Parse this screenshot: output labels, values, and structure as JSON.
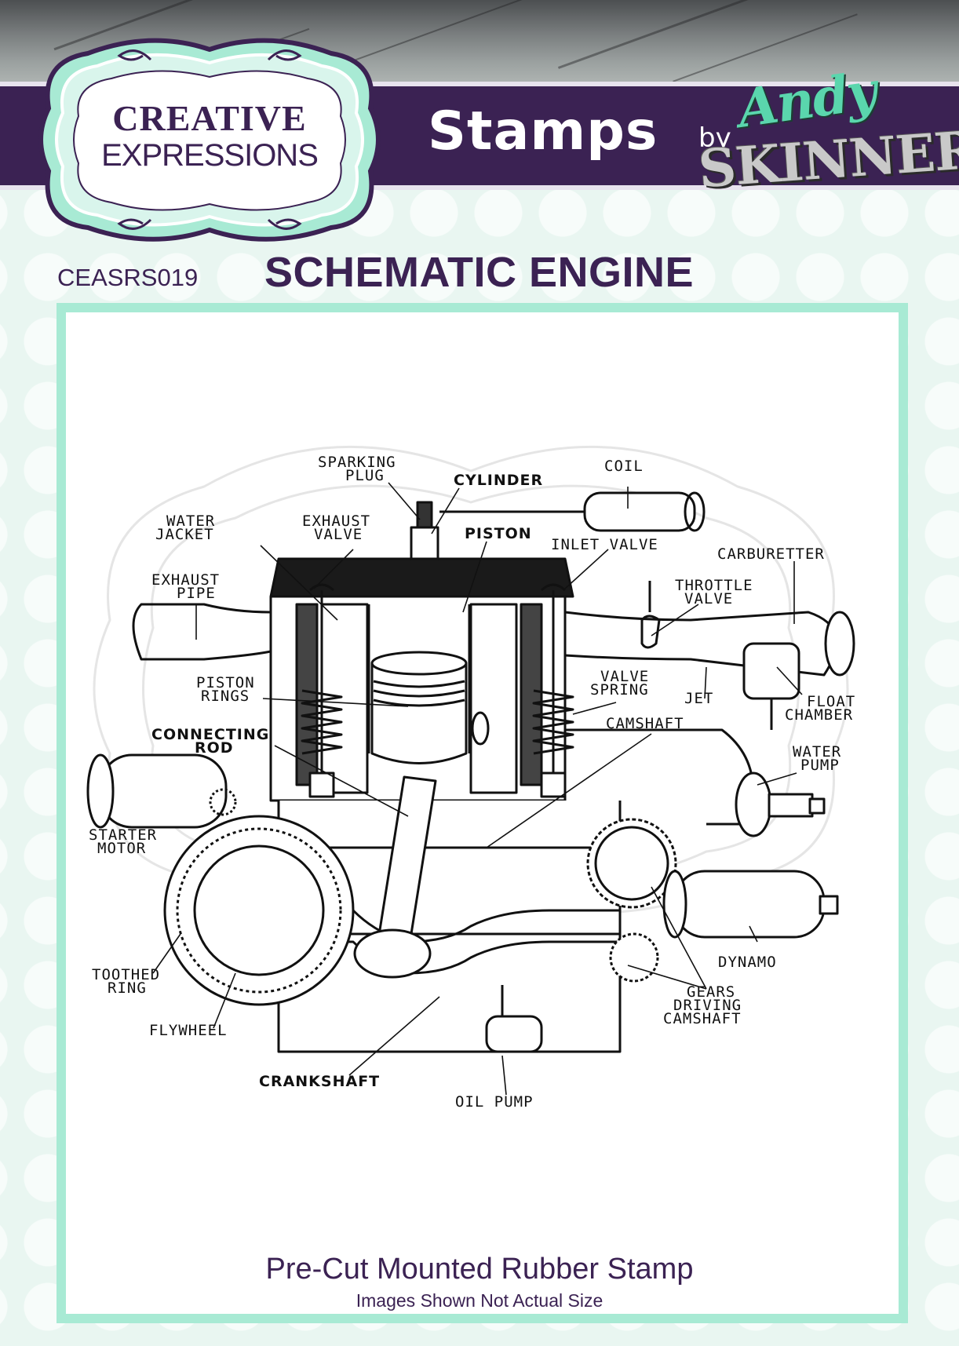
{
  "brand": {
    "line1": "CREATIVE",
    "line2": "EXPRESSIONS",
    "colors": {
      "purple": "#3b2253",
      "mint": "#a8ead4",
      "andy_green": "#5ad6ad"
    }
  },
  "banner": {
    "title": "Stamps",
    "by": "by",
    "artist_first": "Andy",
    "artist_last": "SKINNER"
  },
  "product": {
    "code": "CEASRS019",
    "name": "SCHEMATIC ENGINE"
  },
  "diagram": {
    "labels": {
      "sparking_plug_1": "SPARKING",
      "sparking_plug_2": "PLUG",
      "cylinder": "CYLINDER",
      "coil": "COIL",
      "water_jacket_1": "WATER",
      "water_jacket_2": "JACKET",
      "exhaust_valve_1": "EXHAUST",
      "exhaust_valve_2": "VALVE",
      "piston": "PISTON",
      "inlet_valve": "INLET  VALVE",
      "carburetter": "CARBURETTER",
      "exhaust_pipe_1": "EXHAUST",
      "exhaust_pipe_2": "PIPE",
      "throttle_valve_1": "THROTTLE",
      "throttle_valve_2": "VALVE",
      "piston_rings_1": "PISTON",
      "piston_rings_2": "RINGS",
      "valve_spring_1": "VALVE",
      "valve_spring_2": "SPRING",
      "jet": "JET",
      "float_chamber_1": "FLOAT",
      "float_chamber_2": "CHAMBER",
      "camshaft": "CAMSHAFT",
      "connecting_rod_1": "CONNECTING",
      "connecting_rod_2": "ROD",
      "water_pump_1": "WATER",
      "water_pump_2": "PUMP",
      "starter_motor_1": "STARTER",
      "starter_motor_2": "MOTOR",
      "toothed_ring_1": "TOOTHED",
      "toothed_ring_2": "RING",
      "dynamo": "DYNAMO",
      "flywheel": "FLYWHEEL",
      "gears_1": "GEARS",
      "gears_2": "DRIVING",
      "gears_3": "CAMSHAFT",
      "crankshaft": "CRANKSHAFT",
      "oil_pump": "OIL  PUMP"
    }
  },
  "footer": {
    "main": "Pre-Cut Mounted Rubber Stamp",
    "sub": "Images Shown Not Actual Size"
  }
}
